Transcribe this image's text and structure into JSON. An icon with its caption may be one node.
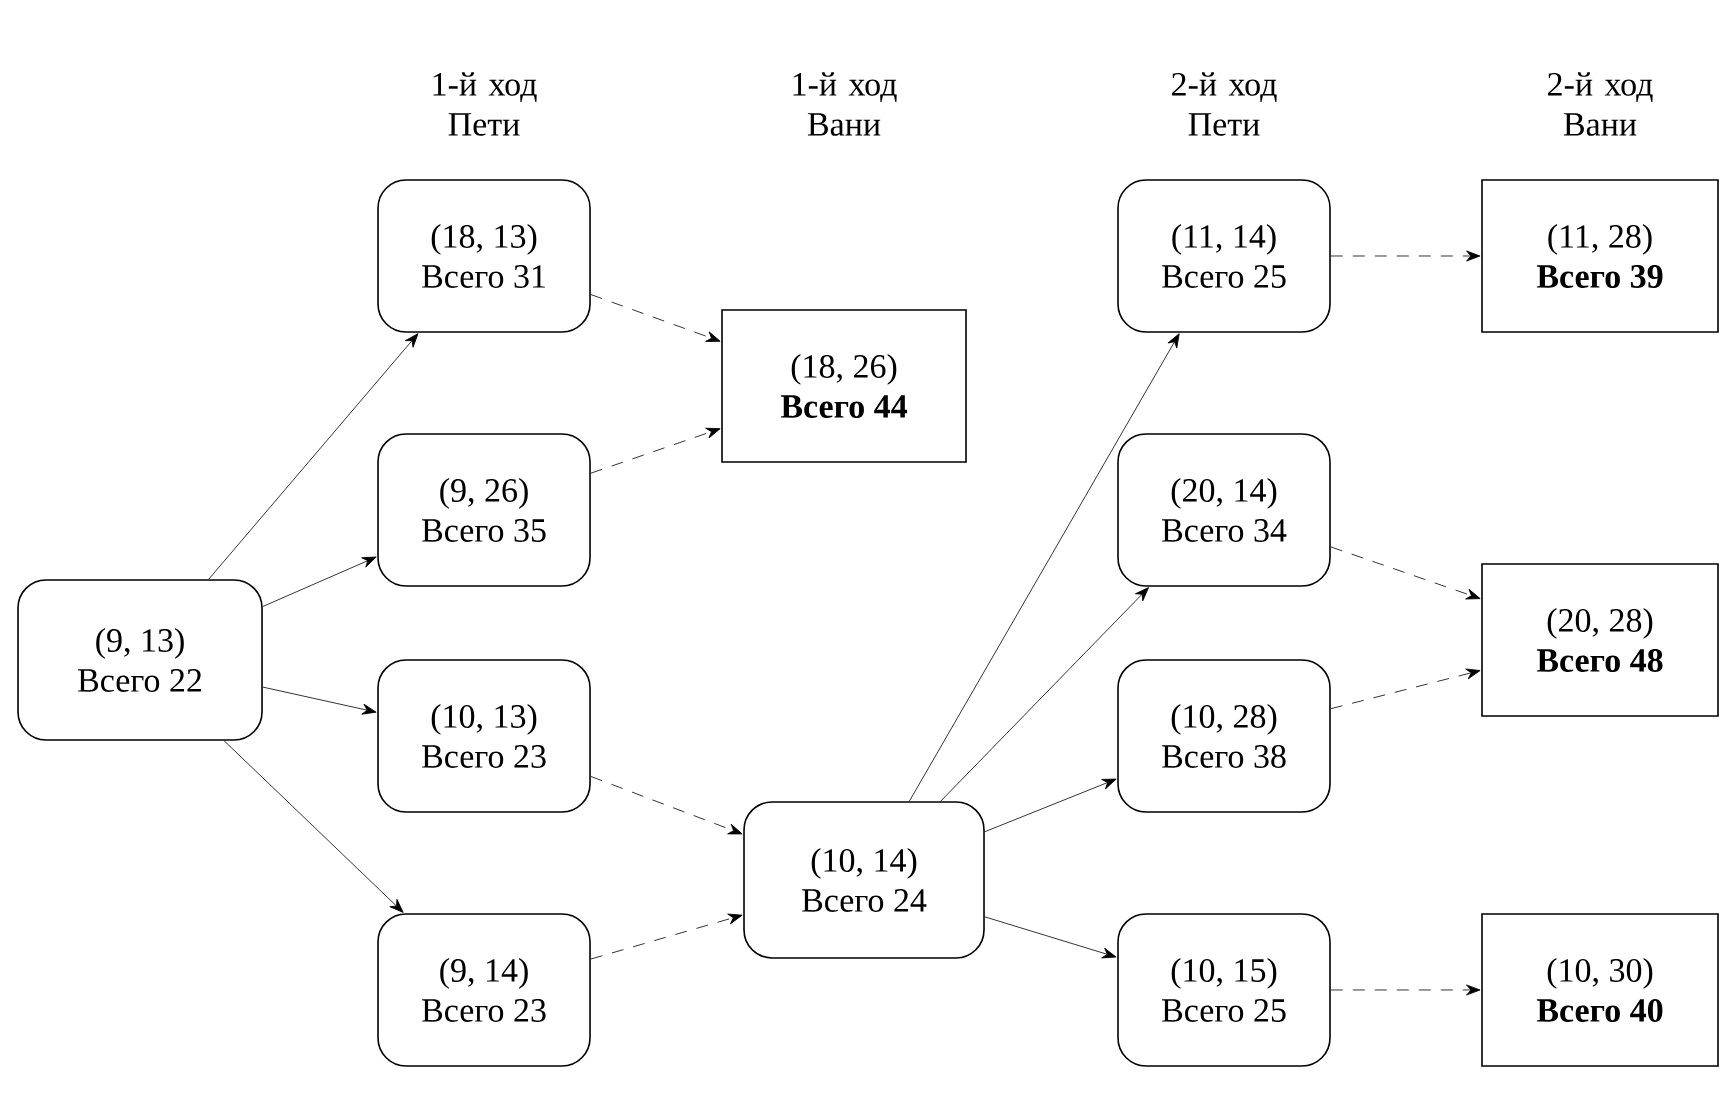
{
  "diagram": {
    "nodes": [
      {
        "text": [
          "(9, 13)",
          "Всего 22"
        ]
      },
      {
        "text": [
          "(18, 13)",
          "Всего 31"
        ]
      },
      {
        "text": [
          "(9, 26)",
          "Всего 35"
        ]
      },
      {
        "text": [
          "(10, 13)",
          "Всего 23"
        ]
      },
      {
        "text": [
          "(9, 14)",
          "Всего 23"
        ]
      },
      {
        "text": [
          "(18, 26)",
          "Всего 44"
        ]
      },
      {
        "text": [
          "(10, 14)",
          "Всего 24"
        ]
      },
      {
        "text": [
          "(11, 14)",
          "Всего 25"
        ]
      },
      {
        "text": [
          "(20, 14)",
          "Всего 34"
        ]
      },
      {
        "text": [
          "(10, 28)",
          "Всего 38"
        ]
      },
      {
        "text": [
          "(10, 15)",
          "Всего 25"
        ]
      },
      {
        "text": [
          "(11, 28)",
          "Всего 39"
        ]
      },
      {
        "text": [
          "(20, 28)",
          "Всего 48"
        ]
      },
      {
        "text": [
          "(10, 30)",
          "Всего 40"
        ]
      }
    ],
    "edges": [
      {
        "from": 0,
        "to": 1,
        "arrow": "to"
      },
      {
        "from": 0,
        "to": 2,
        "arrow": "to"
      },
      {
        "from": 0,
        "to": 3,
        "arrow": "to"
      },
      {
        "from": 0,
        "to": 4,
        "arrow": "to"
      },
      {
        "from": 1,
        "to": 5,
        "arrow": "to",
        "style": "dashed"
      },
      {
        "from": 2,
        "to": 5,
        "arrow": "to",
        "style": "dashed"
      },
      {
        "from": 3,
        "to": 6,
        "arrow": "to",
        "style": "dashed"
      },
      {
        "from": 4,
        "to": 6,
        "arrow": "to",
        "style": "dashed"
      },
      {
        "from": 6,
        "to": 7,
        "arrow": "to"
      },
      {
        "from": 6,
        "to": 8,
        "arrow": "to"
      },
      {
        "from": 6,
        "to": 9,
        "arrow": "to"
      },
      {
        "from": 6,
        "to": 10,
        "arrow": "to"
      },
      {
        "from": 7,
        "to": 11,
        "arrow": "to",
        "style": "dashed"
      },
      {
        "from": 8,
        "to": 12,
        "arrow": "to",
        "style": "dashed"
      },
      {
        "from": 9,
        "to": 12,
        "arrow": "to",
        "style": "dashed"
      },
      {
        "from": 10,
        "to": 13,
        "arrow": "to",
        "style": "dashed"
      }
    ],
    "labels": [
      "1-й ход Пети",
      "1-й ход Вани",
      "2-й ход Пети",
      "2-й ход Вани"
    ]
  }
}
